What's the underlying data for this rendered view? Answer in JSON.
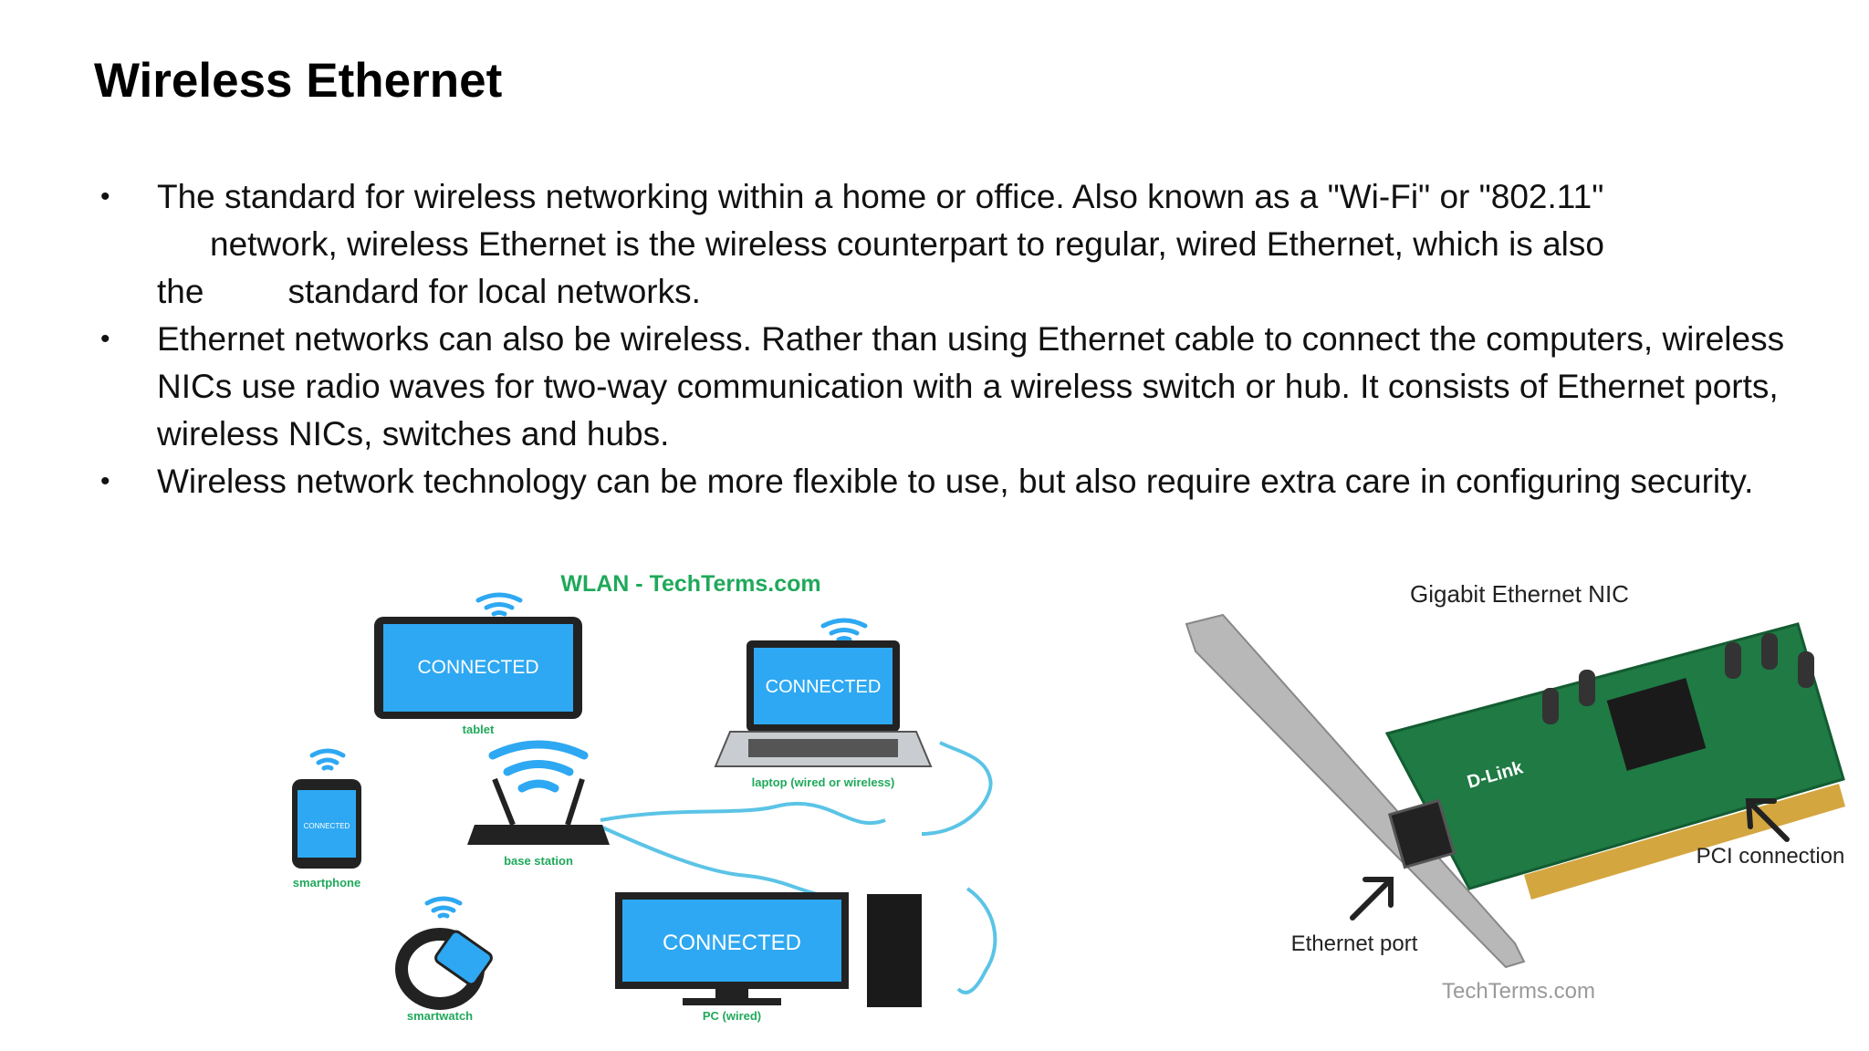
{
  "slide": {
    "title": "Wireless Ethernet",
    "bullets": [
      {
        "line1": "The standard for wireless networking within a home or office. Also known as a \"Wi-Fi\" or \"802.11\"",
        "line2": "network, wireless Ethernet is the wireless counterpart to regular, wired Ethernet, which is also",
        "line3a": "the",
        "line3b": "standard for local networks."
      },
      {
        "text": "Ethernet networks can also be wireless. Rather than using Ethernet cable to connect the computers, wireless NICs use radio waves for two-way communication with a wireless switch or hub. It consists of Ethernet ports, wireless NICs, switches and hubs."
      },
      {
        "text": "Wireless network technology can be more flexible to use, but also require extra care in configuring security."
      }
    ]
  },
  "wlan_figure": {
    "heading": "WLAN - TechTerms.com",
    "screen_text": "CONNECTED",
    "labels": {
      "tablet": "tablet",
      "laptop": "laptop (wired or wireless)",
      "smartphone": "smartphone",
      "base_station": "base station",
      "smartwatch": "smartwatch",
      "pc": "PC (wired)"
    },
    "colors": {
      "screen": "#2ea8f2",
      "accent_green": "#1fa95b",
      "cable": "#5bc4e6"
    }
  },
  "nic_figure": {
    "heading": "Gigabit Ethernet NIC",
    "brand": "D-Link",
    "label_ethernet_port": "Ethernet port",
    "label_pci": "PCI connection",
    "watermark": "TechTerms.com",
    "colors": {
      "pcb": "#1f7a44",
      "gold": "#d4a640",
      "bracket": "#b8b8b8"
    }
  }
}
